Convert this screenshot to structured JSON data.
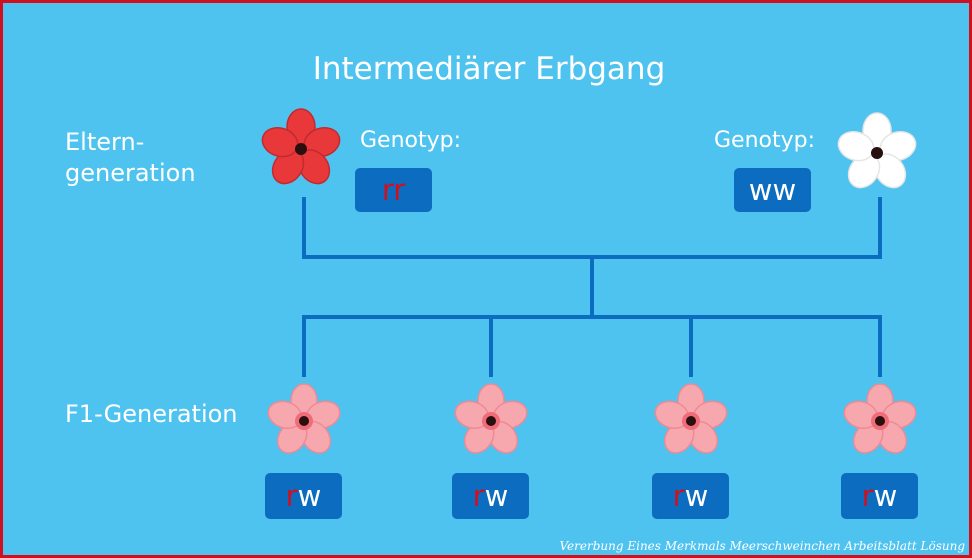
{
  "title": "Intermediärer Erbgang",
  "labels": {
    "parents": "Eltern-\ngeneration",
    "f1": "F1-Generation"
  },
  "parents": [
    {
      "genotype_label": "Genotyp:",
      "alleles": [
        "r",
        "r"
      ],
      "flower": "red-flower-icon"
    },
    {
      "genotype_label": "Genotyp:",
      "alleles": [
        "w",
        "w"
      ],
      "flower": "white-flower-icon"
    }
  ],
  "offspring": [
    {
      "alleles": [
        "r",
        "w"
      ],
      "flower": "pink-flower-icon"
    },
    {
      "alleles": [
        "r",
        "w"
      ],
      "flower": "pink-flower-icon"
    },
    {
      "alleles": [
        "r",
        "w"
      ],
      "flower": "pink-flower-icon"
    },
    {
      "alleles": [
        "r",
        "w"
      ],
      "flower": "pink-flower-icon"
    }
  ],
  "colors": {
    "background": "#4fc3f0",
    "lines": "#0b6cc0",
    "box": "#0b6cc0",
    "allele_r": "#d0101e",
    "allele_w": "#ffffff",
    "red_flower": "#e8383a",
    "white_flower": "#ffffff",
    "pink_flower": "#f7a8ae",
    "flower_center": "#2a0f0f"
  },
  "watermark": "Vererbung Eines Merkmals Meerschweinchen Arbeitsblatt Lösung"
}
